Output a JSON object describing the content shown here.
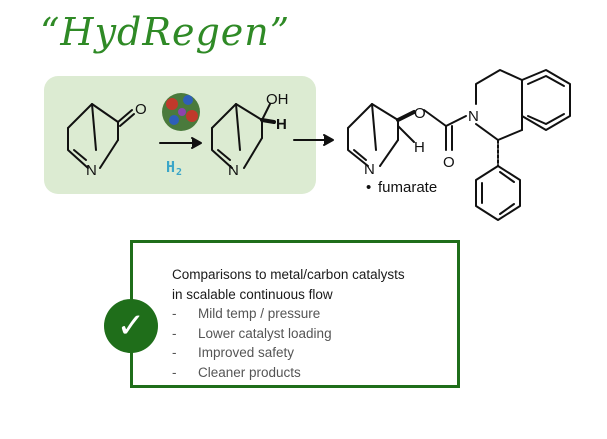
{
  "title": "“HydRegen”",
  "scheme": {
    "ketone_oxygen": "O",
    "ketone_nitrogen": "N",
    "reagent": "H",
    "reagent_subscript": "2",
    "alcohol_oh": "OH",
    "alcohol_h": "H",
    "alcohol_nitrogen": "N",
    "product_o_ester": "O",
    "product_o_carbonyl": "O",
    "product_n_amide": "N",
    "product_n_quin": "N",
    "product_h": "H",
    "salt_label": "fumarate"
  },
  "summary": {
    "heading_line1": "Comparisons to metal/carbon catalysts",
    "heading_line2": "in scalable continuous flow",
    "bullet_marker": "-",
    "bullets": [
      "Mild temp / pressure",
      "Lower catalyst loading",
      "Improved safety",
      "Cleaner products"
    ],
    "check": "✓"
  },
  "colors": {
    "title": "#2f8a26",
    "panel": "#dcebd2",
    "box_border": "#1f6e1a",
    "reagent": "#3aa6c8"
  }
}
